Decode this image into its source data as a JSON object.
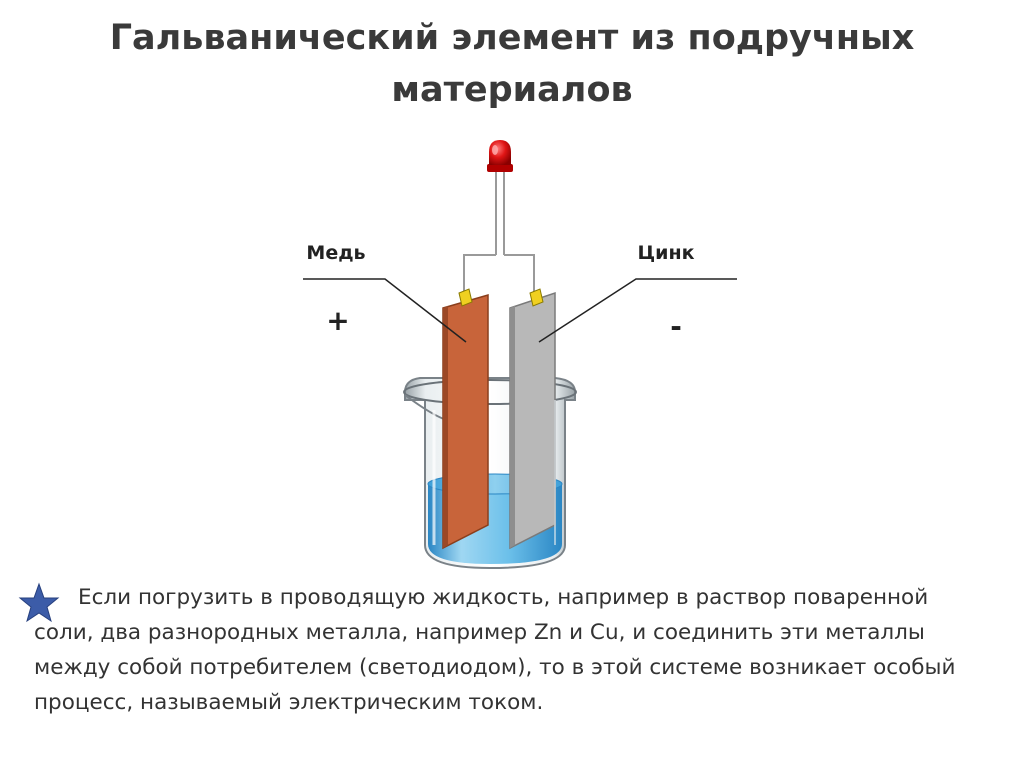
{
  "title": {
    "line1": "Гальванический элемент из подручных",
    "line2": "материалов"
  },
  "diagram": {
    "label_left": "Медь",
    "label_right": "Цинк",
    "sign_left": "+",
    "sign_right": "-",
    "colors": {
      "copper": "#c8643a",
      "zinc": "#b8b8b8",
      "solution": "#4aa3d6",
      "led": "#d81818",
      "clip": "#f0d020"
    },
    "icons": [
      "led-icon",
      "beaker-icon",
      "copper-electrode",
      "zinc-electrode"
    ]
  },
  "bullet": {
    "icon": "star-icon",
    "color": "#3c5ca8",
    "text": "Если погрузить в проводящую жидкость, например в раствор поваренной соли, два разнородных металла, например Zn и Cu, и соединить эти металлы между собой потребителем (светодиодом), то в этой системе возникает особый процесс, называемый электрическим током."
  }
}
